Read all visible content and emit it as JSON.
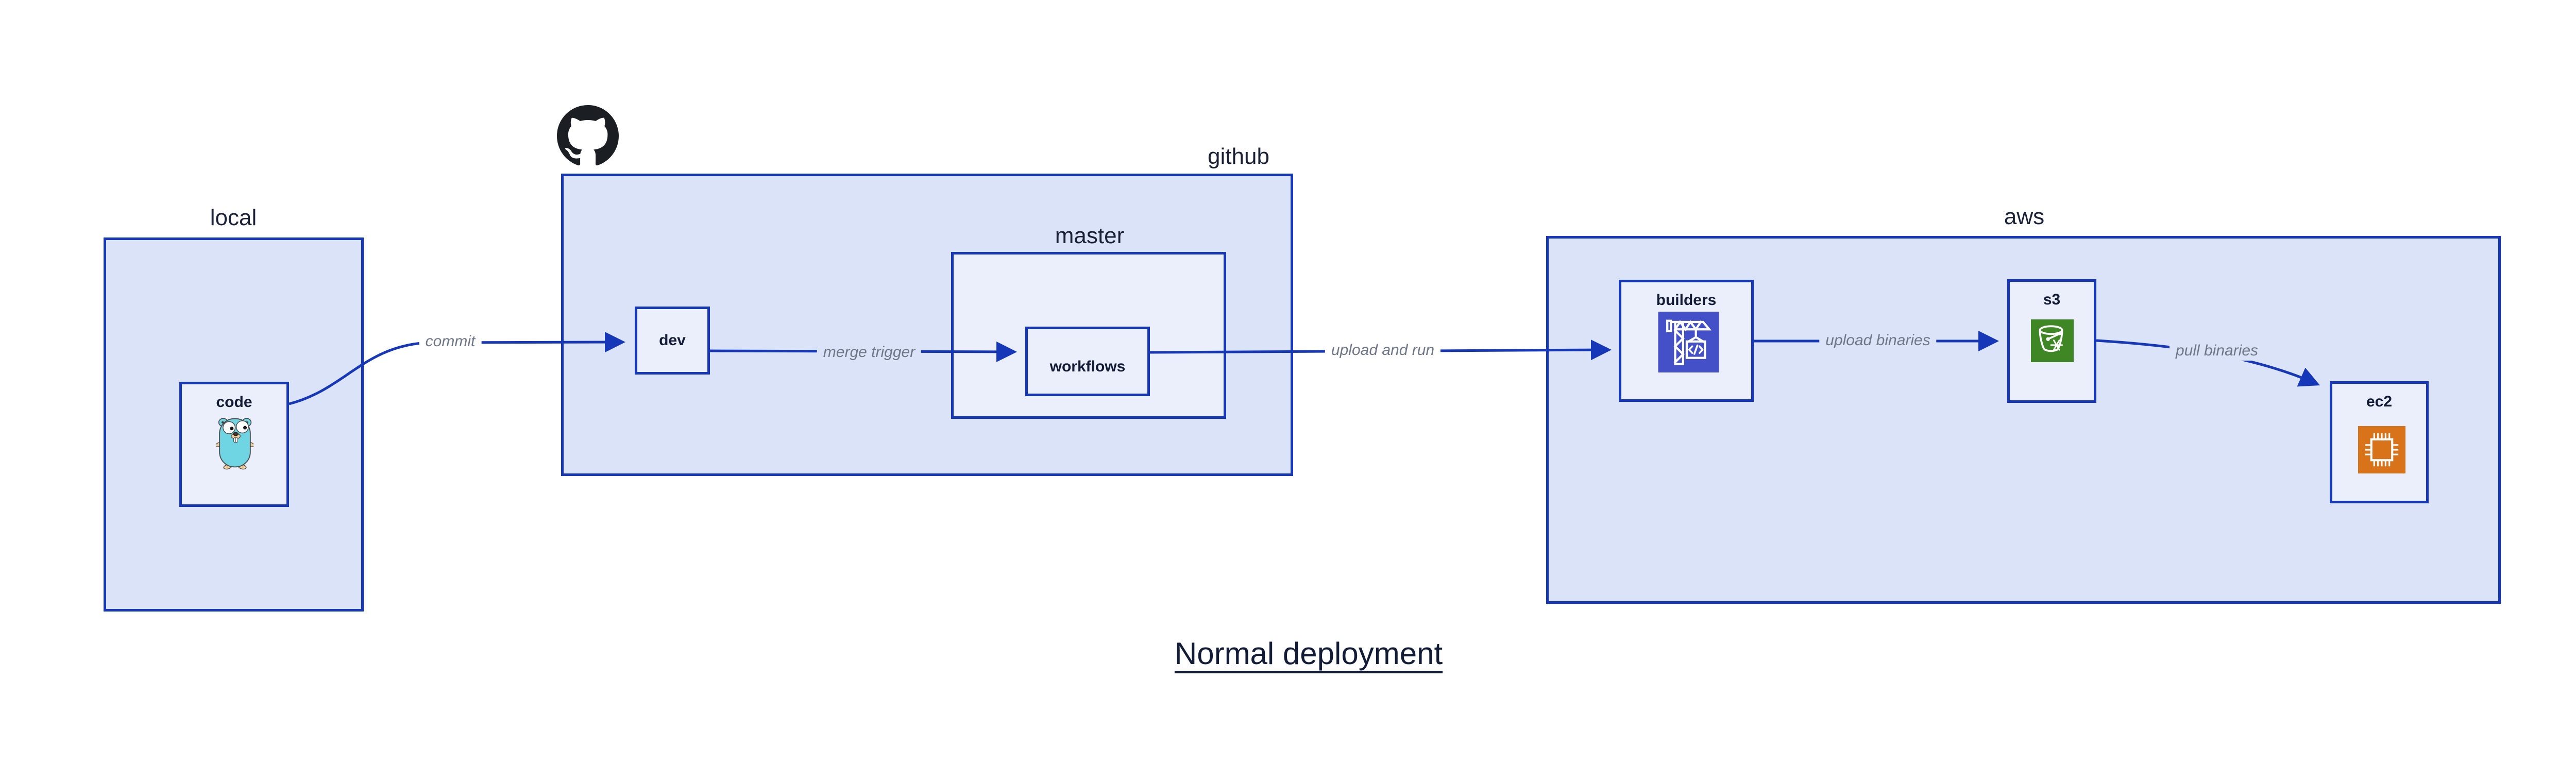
{
  "title": "Normal deployment",
  "colors": {
    "accent_blue": "#1638b8",
    "region_fill": "#dbe3f8",
    "node_fill": "#ebeffc",
    "label_navy": "#131c36",
    "edge_label_gray": "#6e7787",
    "codebuild_purple": "#4450c8",
    "s3_green": "#3f8624",
    "ec2_orange": "#d9731a",
    "github_black": "#1b1f24",
    "gopher_teal": "#6fd5e2"
  },
  "regions": [
    {
      "id": "local",
      "label": "local"
    },
    {
      "id": "github",
      "label": "github"
    },
    {
      "id": "master",
      "label": "master"
    },
    {
      "id": "aws",
      "label": "aws"
    }
  ],
  "nodes": [
    {
      "id": "code",
      "label": "code",
      "icon": "go-gopher-icon",
      "region": "local"
    },
    {
      "id": "dev",
      "label": "dev",
      "icon": "",
      "region": "github"
    },
    {
      "id": "workflows",
      "label": "workflows",
      "icon": "",
      "region": "master"
    },
    {
      "id": "builders",
      "label": "builders",
      "icon": "codebuild-crane-icon",
      "region": "aws"
    },
    {
      "id": "s3",
      "label": "s3",
      "icon": "s3-glacier-bucket-icon",
      "region": "aws"
    },
    {
      "id": "ec2",
      "label": "ec2",
      "icon": "ec2-chip-icon",
      "region": "aws"
    }
  ],
  "edges": [
    {
      "from": "code",
      "to": "dev",
      "label": "commit"
    },
    {
      "from": "dev",
      "to": "workflows",
      "label": "merge trigger"
    },
    {
      "from": "workflows",
      "to": "builders",
      "label": "upload and run"
    },
    {
      "from": "builders",
      "to": "s3",
      "label": "upload binaries"
    },
    {
      "from": "s3",
      "to": "ec2",
      "label": "pull binaries"
    }
  ]
}
